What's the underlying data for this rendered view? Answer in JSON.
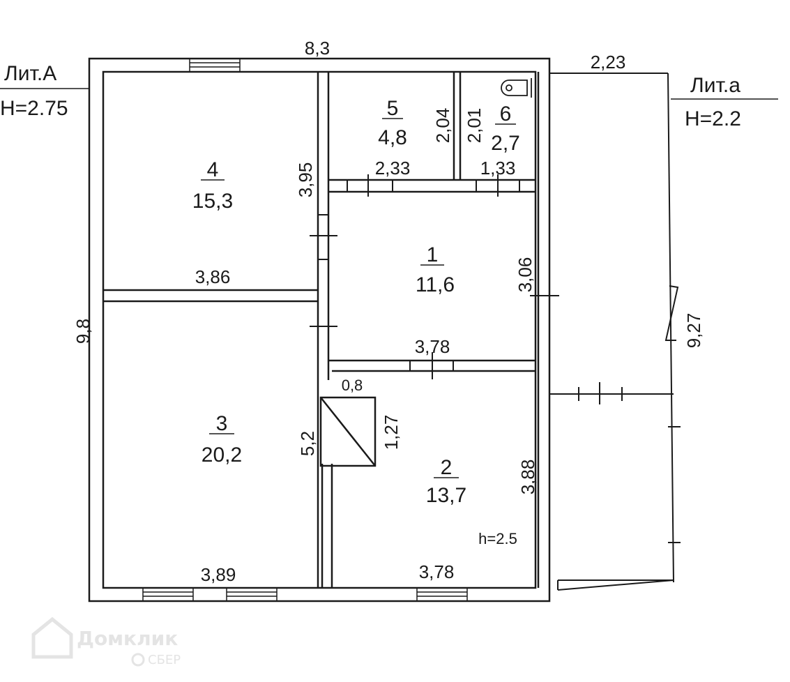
{
  "annotations": {
    "lit_main": "Лит.А",
    "h_main": "H=2.75",
    "lit_annex": "Лит.а",
    "h_annex": "H=2.2",
    "room2_height": "h=2.5"
  },
  "dimensions": {
    "top_width": "8,3",
    "annex_width": "2,23",
    "left_height": "9,8",
    "annex_height": "9,27",
    "room4_side": "3,95",
    "room4_bottom": "3,86",
    "room5_bottom": "2,33",
    "room5_side": "2,04",
    "room6_side": "2,01",
    "room6_bottom": "1,33",
    "room1_side": "3,06",
    "room1_bottom": "3,78",
    "stove_width": "0,8",
    "stove_height": "1,27",
    "room3_side": "5,2",
    "room2_side": "3,88",
    "room3_bottom": "3,89",
    "room2_bottom": "3,78"
  },
  "rooms": [
    {
      "number": "1",
      "area": "11,6"
    },
    {
      "number": "2",
      "area": "13,7"
    },
    {
      "number": "3",
      "area": "20,2"
    },
    {
      "number": "4",
      "area": "15,3"
    },
    {
      "number": "5",
      "area": "4,8"
    },
    {
      "number": "6",
      "area": "2,7"
    }
  ],
  "watermark": {
    "brand": "Домклик",
    "sub": "СБЕР"
  }
}
